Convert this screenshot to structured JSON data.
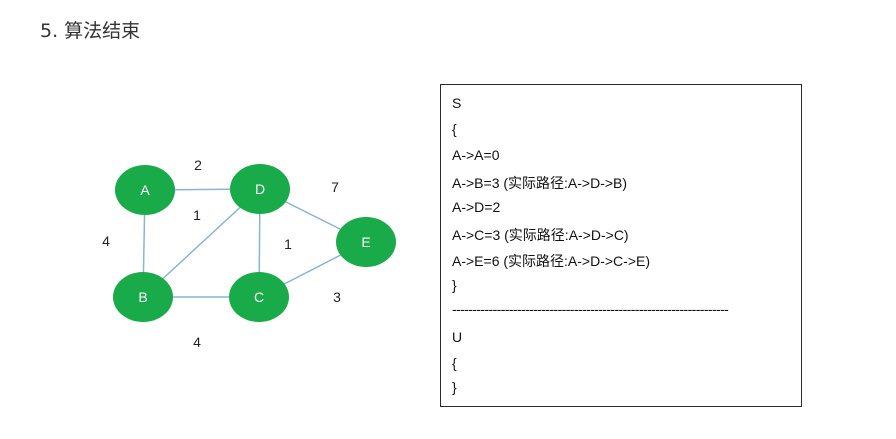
{
  "heading": "5. 算法结束",
  "graph": {
    "node_color": "#19ab4a",
    "edge_color": "#8bb4d4",
    "nodes": [
      {
        "id": "A",
        "label": "A"
      },
      {
        "id": "B",
        "label": "B"
      },
      {
        "id": "C",
        "label": "C"
      },
      {
        "id": "D",
        "label": "D"
      },
      {
        "id": "E",
        "label": "E"
      }
    ],
    "edges": [
      {
        "from": "A",
        "to": "D",
        "weight": "2"
      },
      {
        "from": "A",
        "to": "B",
        "weight": "4"
      },
      {
        "from": "B",
        "to": "D",
        "weight": "1"
      },
      {
        "from": "D",
        "to": "C",
        "weight": "1"
      },
      {
        "from": "D",
        "to": "E",
        "weight": "7"
      },
      {
        "from": "B",
        "to": "C",
        "weight": "4"
      },
      {
        "from": "C",
        "to": "E",
        "weight": "3"
      }
    ]
  },
  "result_box": {
    "lines": [
      "S",
      "{",
      "A->A=0",
      "A->B=3 (实际路径:A->D->B)",
      "A->D=2",
      "A->C=3 (实际路径:A->D->C)",
      "A->E=6 (实际路径:A->D->C->E)",
      "}",
      "--------------------------------------------------------------------",
      "U",
      "{",
      "}"
    ]
  }
}
